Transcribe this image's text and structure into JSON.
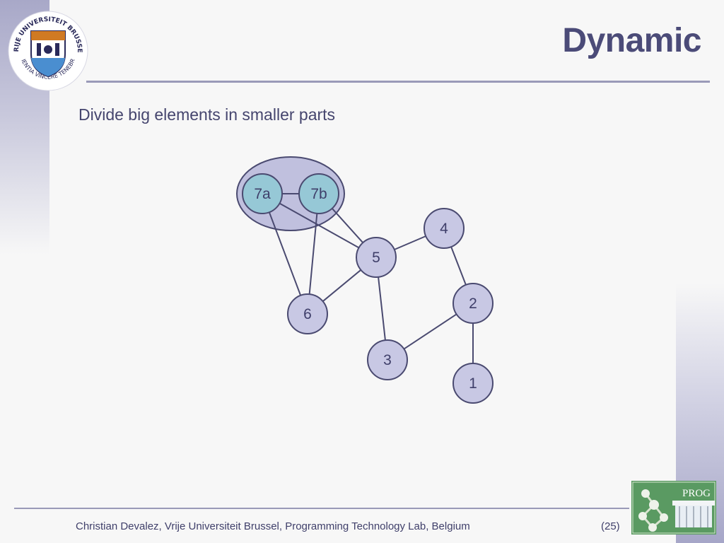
{
  "slide": {
    "title": "Dynamic",
    "subtitle": "Divide big elements in smaller parts"
  },
  "graph": {
    "nodes": [
      {
        "id": "7a",
        "label": "7a",
        "highlighted": true
      },
      {
        "id": "7b",
        "label": "7b",
        "highlighted": true
      },
      {
        "id": "4",
        "label": "4",
        "highlighted": false
      },
      {
        "id": "5",
        "label": "5",
        "highlighted": false
      },
      {
        "id": "2",
        "label": "2",
        "highlighted": false
      },
      {
        "id": "6",
        "label": "6",
        "highlighted": false
      },
      {
        "id": "3",
        "label": "3",
        "highlighted": false
      },
      {
        "id": "1",
        "label": "1",
        "highlighted": false
      }
    ],
    "edges": [
      [
        "7a",
        "7b"
      ],
      [
        "7a",
        "5"
      ],
      [
        "7a",
        "6"
      ],
      [
        "7b",
        "5"
      ],
      [
        "7b",
        "6"
      ],
      [
        "5",
        "4"
      ],
      [
        "5",
        "6"
      ],
      [
        "5",
        "3"
      ],
      [
        "4",
        "2"
      ],
      [
        "2",
        "3"
      ],
      [
        "2",
        "1"
      ]
    ],
    "group": [
      "7a",
      "7b"
    ]
  },
  "logos": {
    "university_seal_text": "VRIJE UNIVERSITEIT BRUSSEL · SCIENTIA VINCERE TENEBRAS",
    "prog_logo_text": "PROG"
  },
  "footer": {
    "credit": "Christian Devalez, Vrije Universiteit Brussel, Programming Technology Lab, Belgium",
    "page": "(25)"
  },
  "colors": {
    "node_fill": "#c8c8e4",
    "highlight_fill": "#96c8d6",
    "group_fill": "#c0c0de",
    "edge": "#4a4a70",
    "title": "#4b4b78"
  }
}
